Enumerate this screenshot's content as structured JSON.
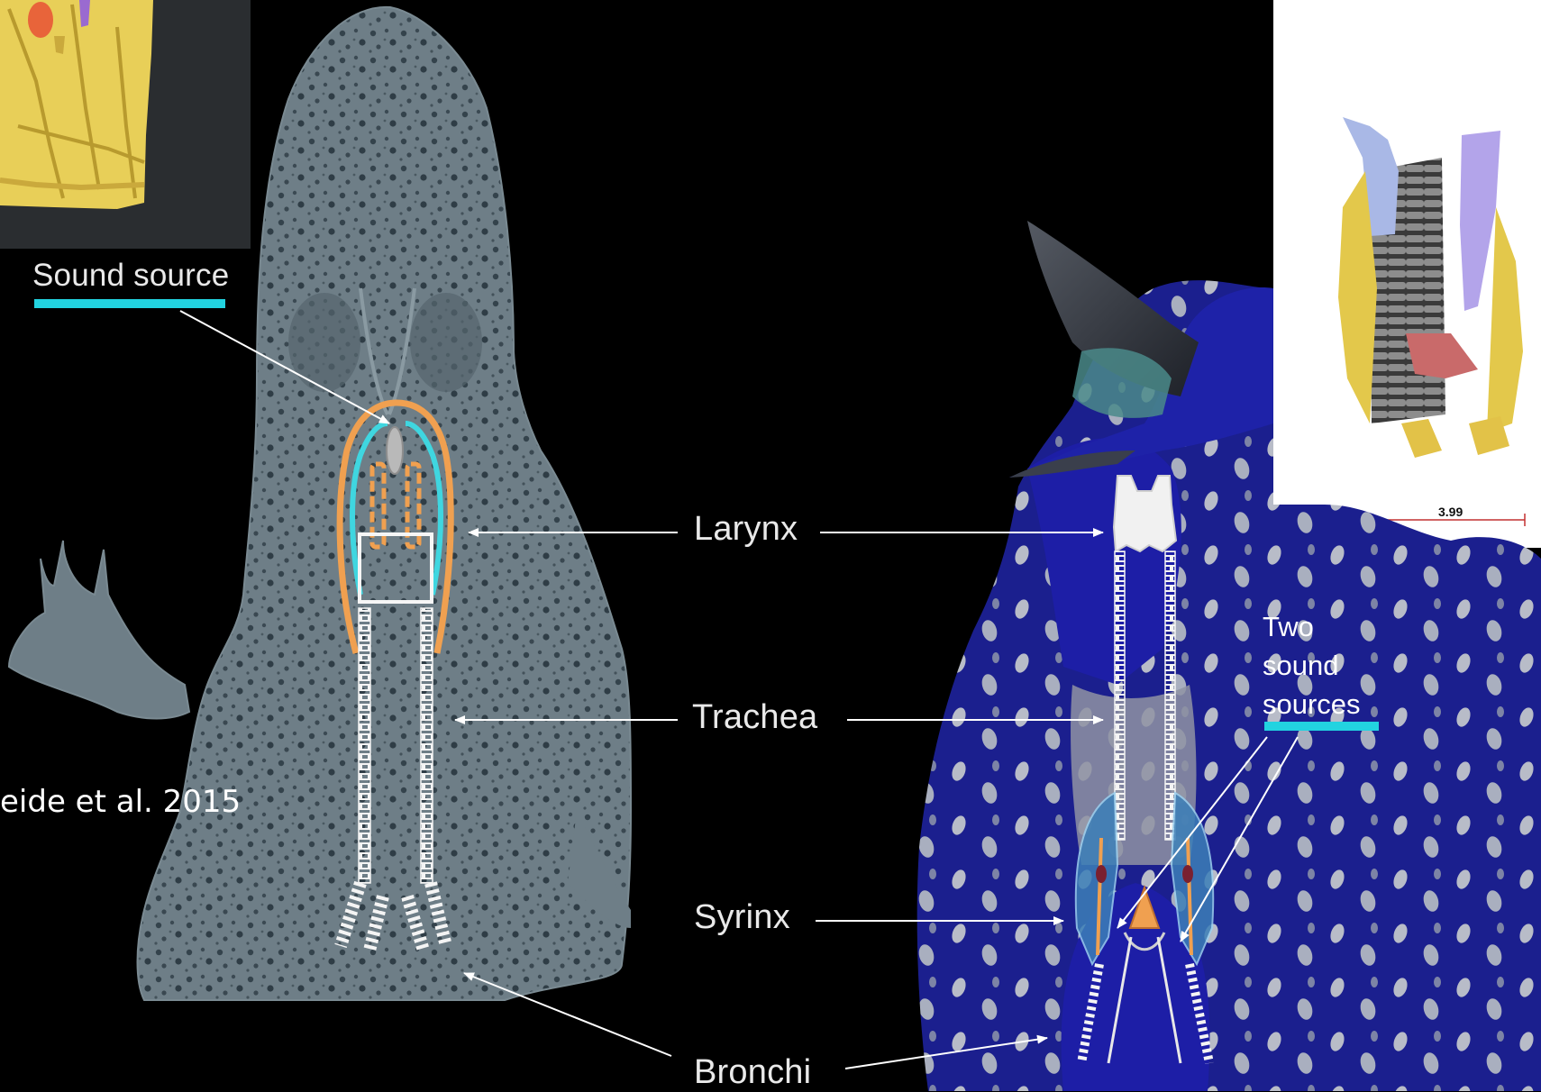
{
  "labels": {
    "sound_source": "Sound source",
    "larynx": "Larynx",
    "trachea": "Trachea",
    "syrinx": "Syrinx",
    "bronchi": "Bronchi",
    "two_sound_sources": [
      "Two",
      "sound",
      "sources"
    ]
  },
  "citation": "eide et al. 2015",
  "scale_bar": {
    "value": "3.99"
  },
  "colors": {
    "background": "#000000",
    "highlight_bar": "#22d3e0",
    "lizard_skin": "#6f7f87",
    "bird_plumage": "#1a1fa8",
    "larynx_orange": "#f0a050",
    "cartilage_white": "#eeeeee",
    "model_yellow": "#e7c94f",
    "model_gray": "#8a8a8a",
    "model_lavender": "#b4a6ea"
  }
}
